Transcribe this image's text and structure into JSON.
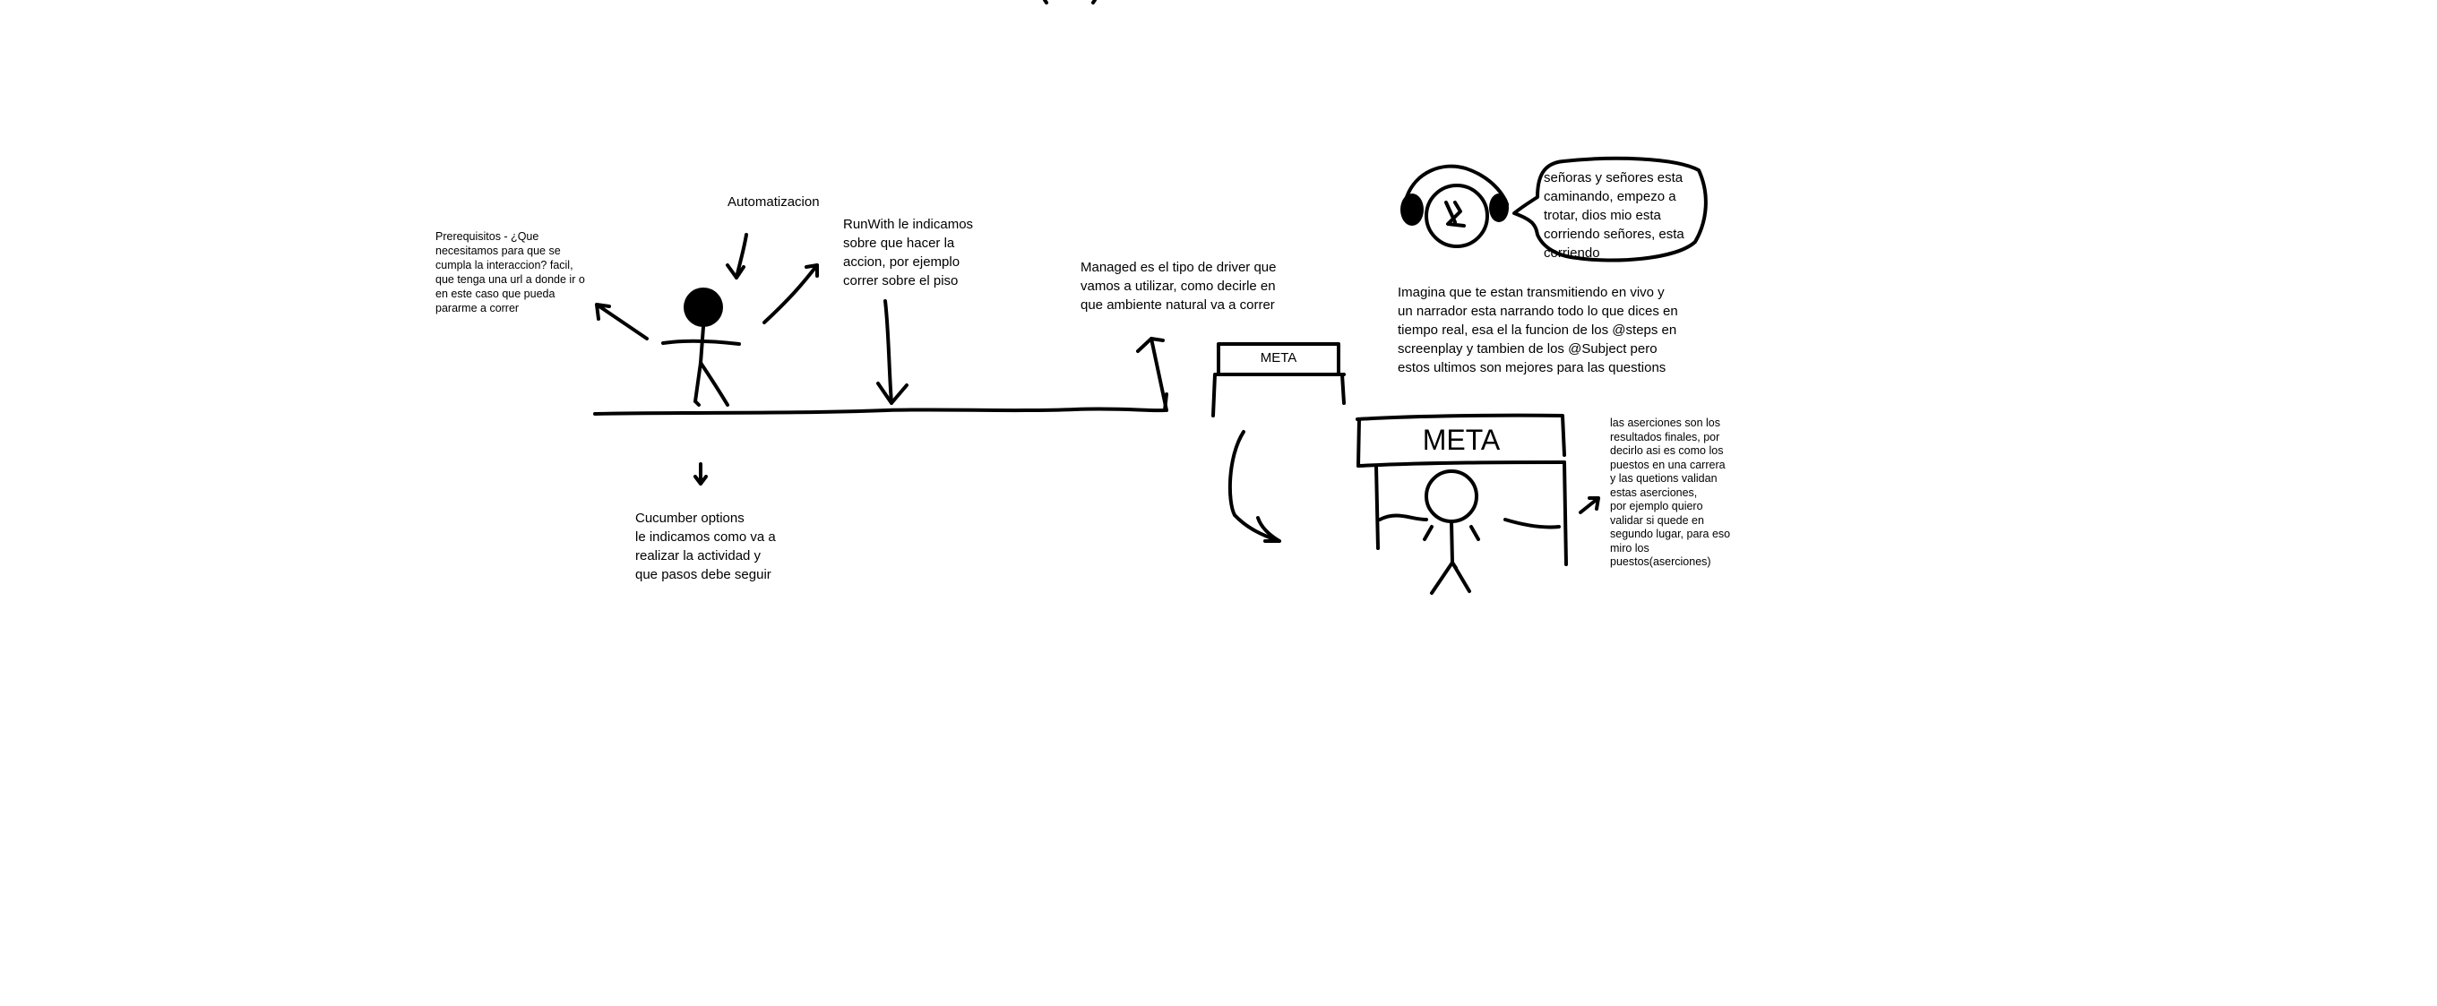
{
  "labels": {
    "prerequisitos": "Prerequisitos - ¿Que\nnecesitamos para que se\ncumpla la interaccion? facil,\nque tenga una url a donde ir o\nen este caso que pueda\npararme a correr",
    "automatizacion": "Automatizacion",
    "runwith": "RunWith le indicamos\nsobre que hacer la\naccion, por ejemplo\ncorrer sobre el piso",
    "managed": "Managed es el tipo de driver que\nvamos a utilizar, como decirle en\nque ambiente natural va a correr",
    "cucumber": "Cucumber options\nle indicamos como va a\nrealizar la actividad y\nque pasos debe seguir",
    "narrador": "señoras y señores esta\ncaminando, empezo a\ntrotar, dios mio esta\ncorriendo señores, esta\ncorriendo",
    "imagina": "Imagina que te estan transmitiendo en vivo y\nun narrador esta narrando todo lo que dices en\ntiempo real, esa el la funcion de los @steps en\nscreenplay  y tambien de los @Subject pero\nestos ultimos son mejores para las questions",
    "aserciones": "las aserciones son los\nresultados finales, por\ndecirlo asi es como los\npuestos en una carrera\ny las quetions validan\nestas aserciones,\npor ejemplo quiero\nvalidar si quede en\nsegundo lugar, para eso\nmiro los\npuestos(aserciones)",
    "meta_small": "META",
    "meta_large": "META"
  },
  "icons": {
    "runner": "stick-figure-runner",
    "announcer": "announcer-with-headphones",
    "winner": "stick-figure-finish"
  },
  "colors": {
    "ink": "#000000",
    "background": "#ffffff"
  }
}
